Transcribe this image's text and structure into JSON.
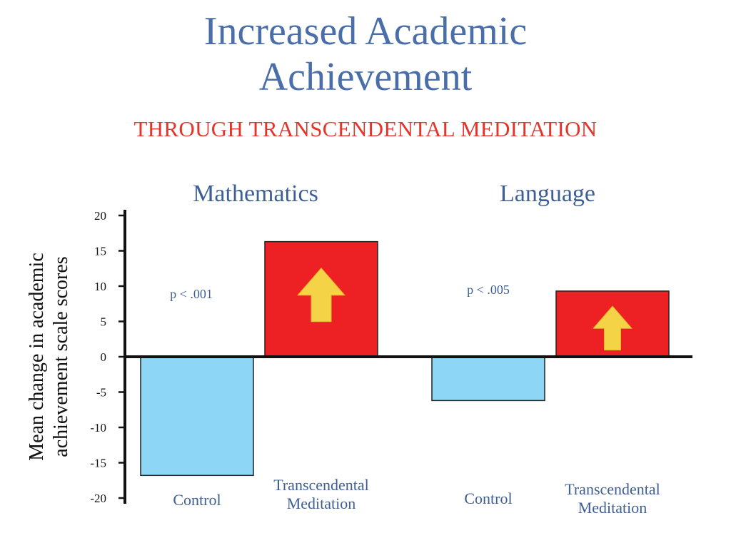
{
  "title": "Increased Academic Achievement",
  "subtitle": "THROUGH TRANSCENDENTAL MEDITATION",
  "chart_data": {
    "type": "bar",
    "ylabel_lines": [
      "Mean change in academic",
      "achievement scale scores"
    ],
    "ylim": [
      -20,
      20
    ],
    "yticks": [
      20,
      15,
      10,
      5,
      0,
      -5,
      -10,
      -15,
      -20
    ],
    "ytick_labels": [
      "20",
      "15",
      "10",
      "5",
      "0",
      "-5",
      "-10",
      "-15",
      "-20"
    ],
    "groups": [
      {
        "name": "Mathematics",
        "p_value": "p < .001",
        "bars": [
          {
            "label": "Control",
            "value": -16.8,
            "color": "#8dd6f6",
            "arrow": false
          },
          {
            "label": "Transcendental Meditation",
            "label_lines": [
              "Transcendental",
              "Meditation"
            ],
            "value": 16.3,
            "color": "#ed2024",
            "arrow": true
          }
        ]
      },
      {
        "name": "Language",
        "p_value": "p < .005",
        "bars": [
          {
            "label": "Control",
            "value": -6.2,
            "color": "#8dd6f6",
            "arrow": false
          },
          {
            "label": "Transcendental Meditation",
            "label_lines": [
              "Transcendental",
              "Meditation"
            ],
            "value": 9.3,
            "color": "#ed2024",
            "arrow": true
          }
        ]
      }
    ],
    "arrow_color": "#f5d347",
    "grid": false,
    "legend": "none"
  }
}
